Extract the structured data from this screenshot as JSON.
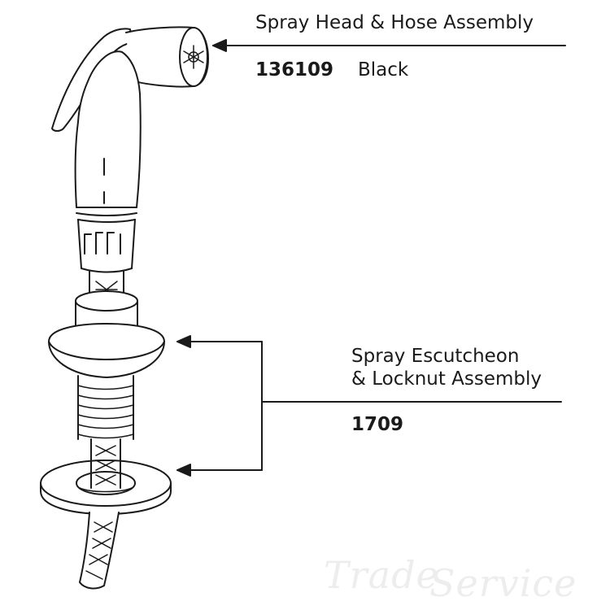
{
  "parts": [
    {
      "name": "Spray Head & Hose Assembly",
      "part_number": "136109",
      "color": "Black"
    },
    {
      "name_line1": "Spray Escutcheon",
      "name_line2": "& Locknut Assembly",
      "part_number": "1709"
    }
  ],
  "watermark": {
    "word1": "Trade",
    "word2": "Service"
  },
  "colors": {
    "line": "#1a1a1a",
    "background": "#ffffff",
    "watermark": "#ededed"
  }
}
